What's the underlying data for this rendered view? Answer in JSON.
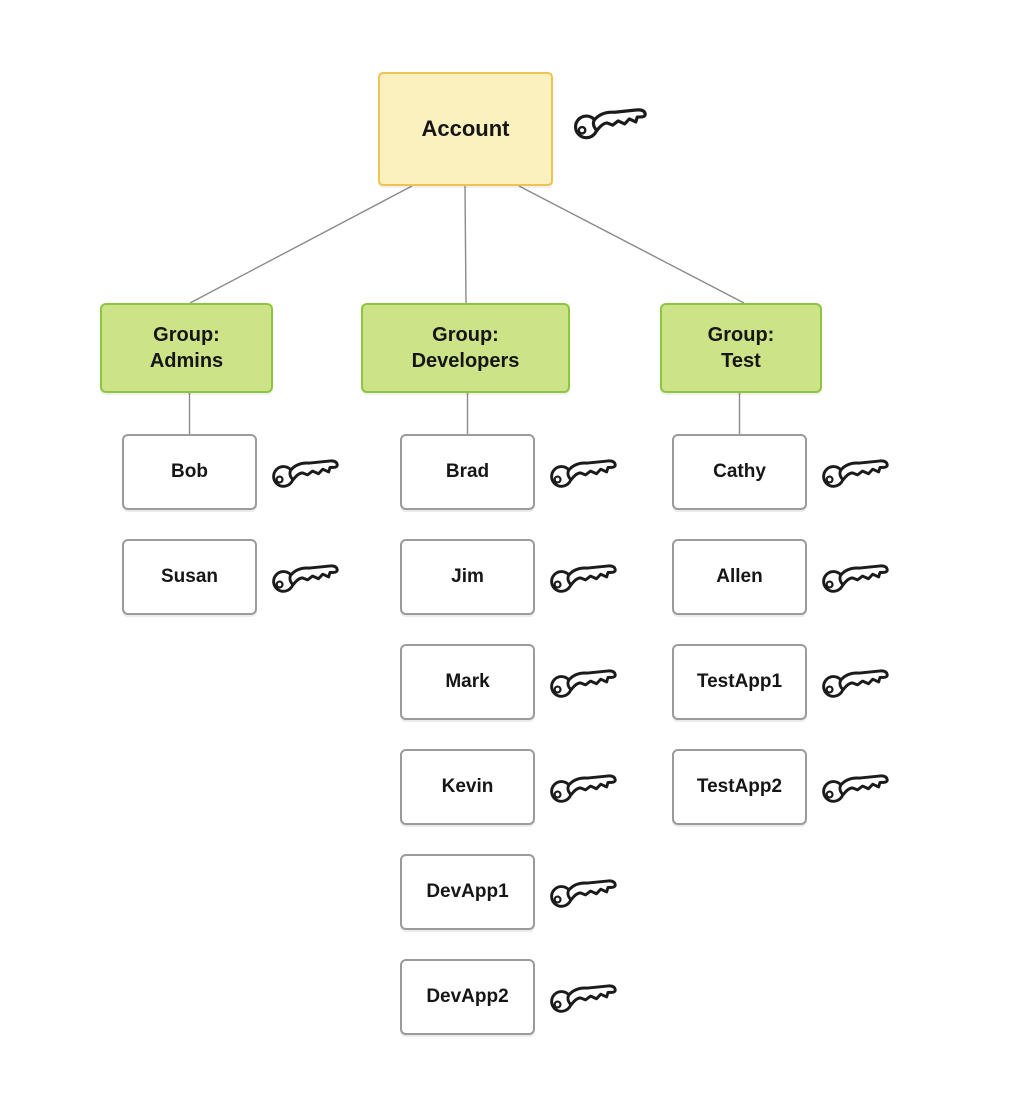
{
  "account": {
    "label": "Account"
  },
  "groups": [
    {
      "label_line1": "Group:",
      "label_line2": "Admins",
      "users": [
        "Bob",
        "Susan"
      ]
    },
    {
      "label_line1": "Group:",
      "label_line2": "Developers",
      "users": [
        "Brad",
        "Jim",
        "Mark",
        "Kevin",
        "DevApp1",
        "DevApp2"
      ]
    },
    {
      "label_line1": "Group:",
      "label_line2": "Test",
      "users": [
        "Cathy",
        "Allen",
        "TestApp1",
        "TestApp2"
      ]
    }
  ],
  "icons": {
    "key": "key-icon"
  },
  "colors": {
    "account_fill": "#FAF1BF",
    "account_border": "#F0C350",
    "group_fill": "#CDE388",
    "group_border": "#8CC63F",
    "user_border": "#9B9B9B",
    "connector": "#8A8A8A",
    "text": "#161616",
    "background": "#FFFFFF"
  }
}
